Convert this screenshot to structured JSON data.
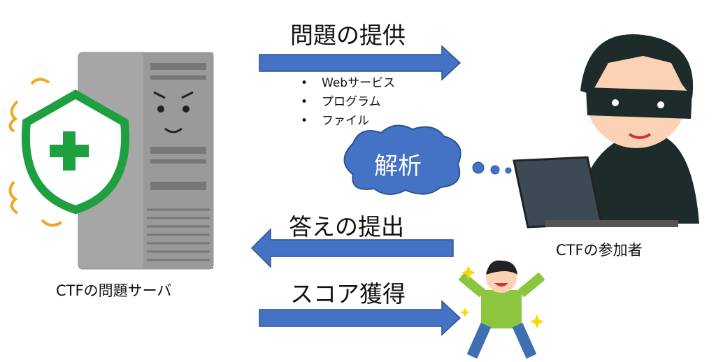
{
  "colors": {
    "arrow": "#4472C4",
    "arrow_border": "#2F528F",
    "shield": "#1FA040",
    "server": "#A6A6A6"
  },
  "arrows": [
    {
      "label": "問題の提供",
      "direction": "right"
    },
    {
      "label": "答えの提出",
      "direction": "left"
    },
    {
      "label": "スコア獲得",
      "direction": "right"
    }
  ],
  "provided_items": [
    "Webサービス",
    "プログラム",
    "ファイル"
  ],
  "analysis_bubble": "解析",
  "server_label": "CTFの問題サーバ",
  "participant_label": "CTFの参加者"
}
